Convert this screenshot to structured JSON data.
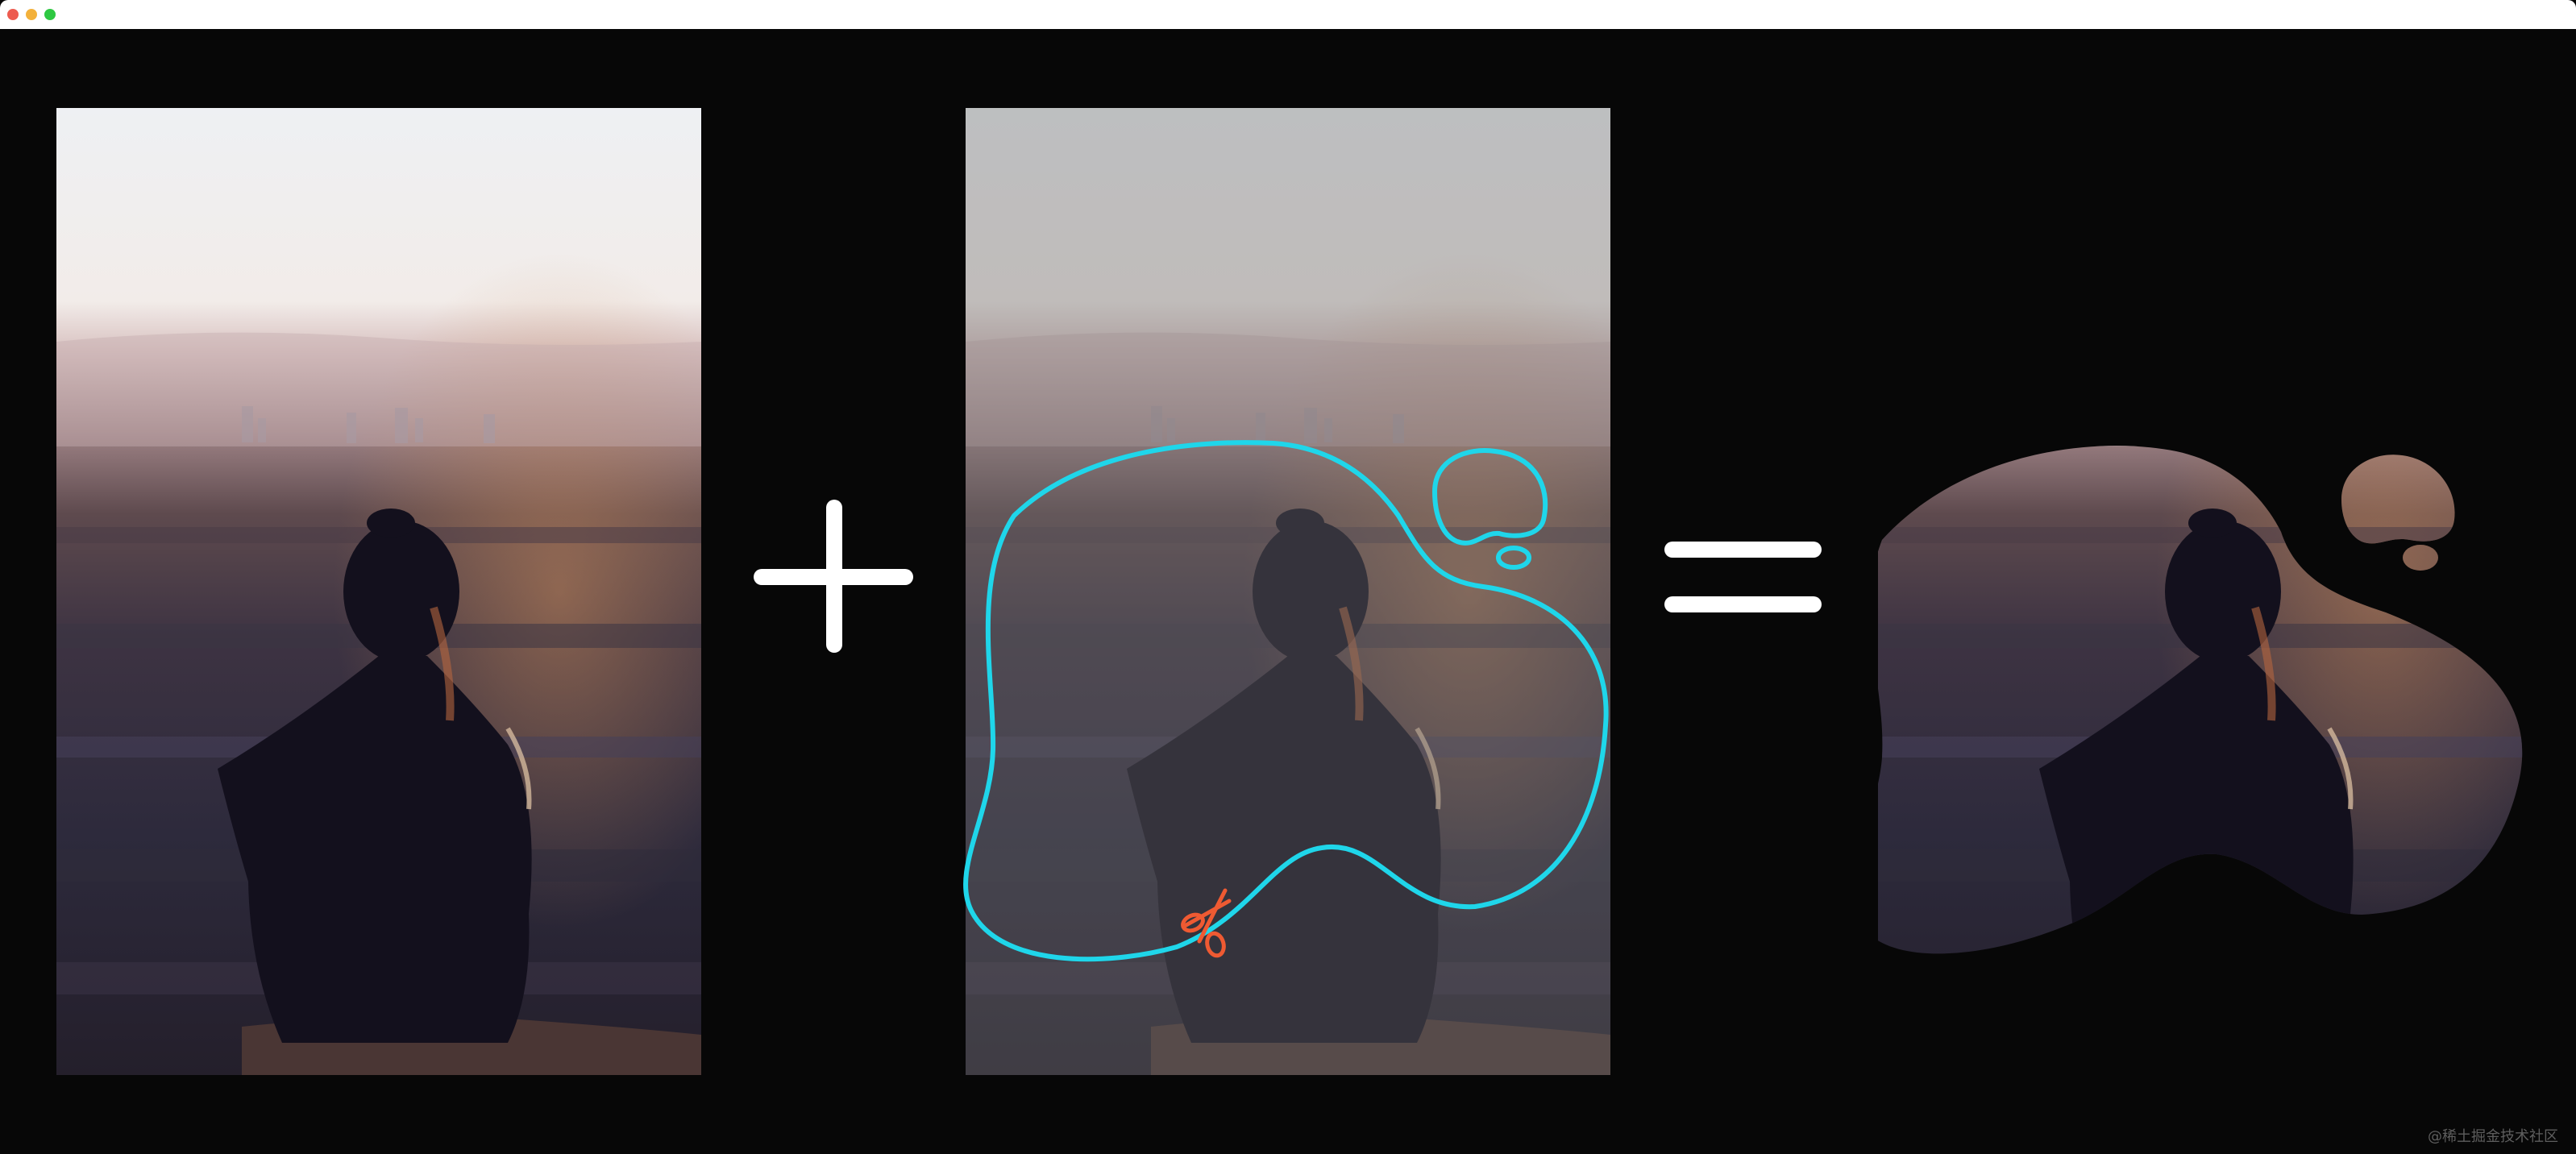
{
  "window": {
    "controls": [
      "close",
      "minimize",
      "zoom"
    ],
    "colors": {
      "close": "#ed5b4f",
      "minimize": "#f3b13b",
      "zoom": "#2ec842"
    }
  },
  "panels": [
    {
      "name": "original-photo",
      "description_icon": "photo-icon"
    },
    {
      "name": "clip-path-overlay",
      "outline_color": "#1fd6ea",
      "scissors_color": "#ef5a32"
    },
    {
      "name": "clipped-result"
    }
  ],
  "operators": {
    "plus": "+",
    "equals": "="
  },
  "watermark": "@稀土掘金技术社区"
}
